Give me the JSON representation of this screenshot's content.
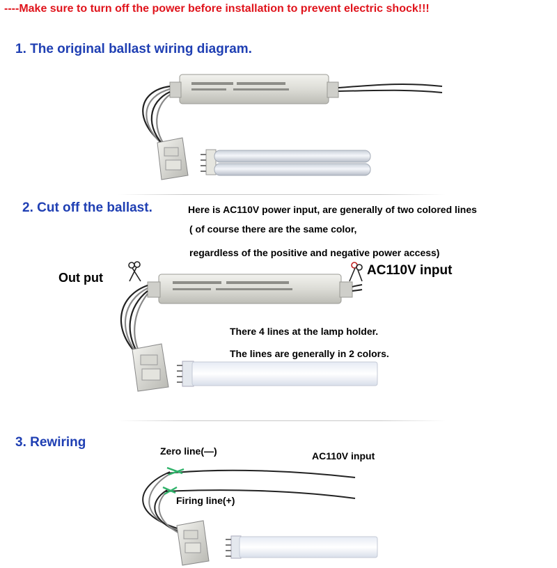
{
  "warning": "----Make sure to turn off the power before installation to prevent electric shock!!!",
  "step1": {
    "title": "1. The original ballast wiring diagram."
  },
  "step2": {
    "title": "2. Cut off the ballast.",
    "note_line1": "Here is AC110V power input, are generally of two colored lines",
    "note_line2": "( of course there are the same color,",
    "note_line3": "regardless of the positive and negative power access)",
    "output_label": "Out put",
    "input_label": "AC110V input",
    "lamp_note_line1": "There 4 lines at the lamp holder.",
    "lamp_note_line2": "The lines are generally in 2 colors."
  },
  "step3": {
    "title": "3. Rewiring",
    "zero_line": "Zero line(—)",
    "input_label": "AC110V input",
    "firing_line": "Firing line(+)"
  },
  "colors": {
    "warning": "#e0141c",
    "step_title": "#1f3fb3",
    "connector": "#2fb36a"
  }
}
